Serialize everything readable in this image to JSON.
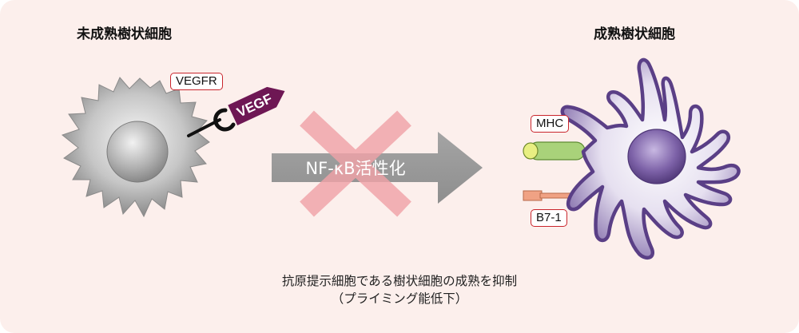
{
  "titles": {
    "immature": "未成熟樹状細胞",
    "mature": "成熟樹状細胞"
  },
  "labels": {
    "vegfr": "VEGFR",
    "vegf": "VEGF",
    "mhc": "MHC",
    "b71": "B7-1"
  },
  "arrow": {
    "label": "NF-κB活性化",
    "blocked": true
  },
  "caption": {
    "line1": "抗原提示細胞である樹状細胞の成熟を抑制",
    "line2": "（プライミング能低下）"
  },
  "colors": {
    "background": "#fcefec",
    "immature_cell": "#b8b8b8",
    "mature_cell": "#6b4f93",
    "vegf": "#6e1754",
    "arrow": "#9a9a9a",
    "cross": "#f0a3a8",
    "mhc": "#a9d27a",
    "b71": "#f0a284",
    "tag_border": "#c9252c"
  }
}
